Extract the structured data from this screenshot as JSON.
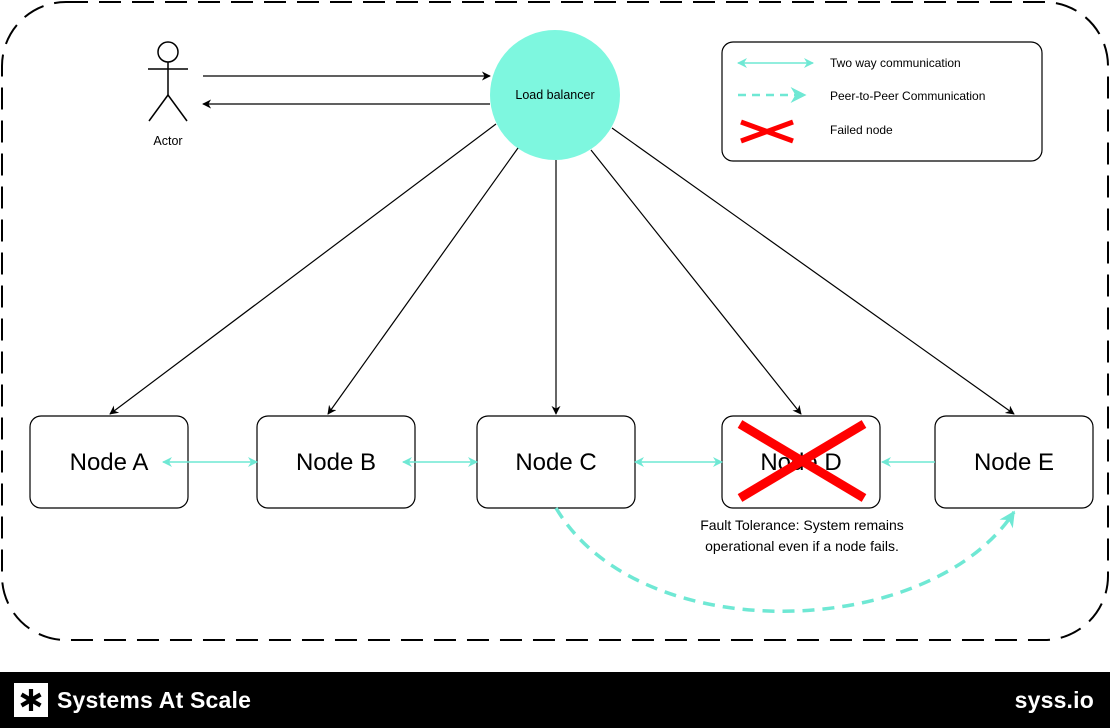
{
  "colors": {
    "accent": "#7ef7df",
    "arrow_teal": "#6fe8d4",
    "failed": "#ff0000",
    "footer_bg": "#000000"
  },
  "diagram": {
    "actor_label": "Actor",
    "load_balancer_label": "Load balancer",
    "nodes": [
      {
        "label": "Node A"
      },
      {
        "label": "Node B"
      },
      {
        "label": "Node C"
      },
      {
        "label": "Node D",
        "failed": true
      },
      {
        "label": "Node E"
      }
    ],
    "fault_tolerance_note": [
      "Fault Tolerance: System remains",
      "operational even if a node fails."
    ]
  },
  "legend": {
    "two_way": "Two way communication",
    "peer_to_peer": "Peer-to-Peer Communication",
    "failed_node": "Failed node"
  },
  "footer": {
    "logo_icon": "asterisk-icon",
    "brand": "Systems At Scale",
    "url": "syss.io"
  }
}
